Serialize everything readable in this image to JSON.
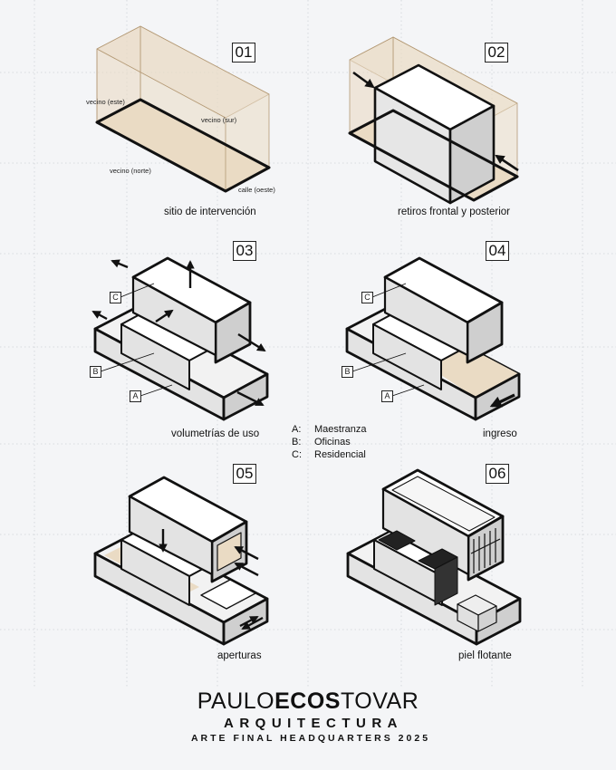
{
  "panels": [
    {
      "number": "01",
      "caption": "sitio de intervención"
    },
    {
      "number": "02",
      "caption": "retiros frontal y posterior"
    },
    {
      "number": "03",
      "caption": "volumetrías de uso"
    },
    {
      "number": "04",
      "caption": "ingreso"
    },
    {
      "number": "05",
      "caption": "aperturas"
    },
    {
      "number": "06",
      "caption": "piel flotante"
    }
  ],
  "site_labels": {
    "east": "vecino (este)",
    "south": "vecino (sur)",
    "north": "vecino (norte)",
    "west": "calle (oeste)"
  },
  "tags": {
    "a": "A",
    "b": "B",
    "c": "C"
  },
  "legend": [
    {
      "key": "A:",
      "value": "Maestranza"
    },
    {
      "key": "B:",
      "value": "Oficinas"
    },
    {
      "key": "C:",
      "value": "Residencial"
    }
  ],
  "brand": {
    "name_light_1": "PAULO",
    "name_bold": "ECOS",
    "name_light_2": "TOVAR",
    "subtitle": "ARQUITECTURA",
    "project": "ARTE FINAL HEADQUARTERS 2025"
  },
  "colors": {
    "background": "#f4f5f7",
    "site_fill": "#eadbc4",
    "block_top": "#ffffff",
    "block_left": "#e3e3e3",
    "block_right": "#cfcfcf",
    "outline": "#111111",
    "grid": "#cfd3d8"
  }
}
